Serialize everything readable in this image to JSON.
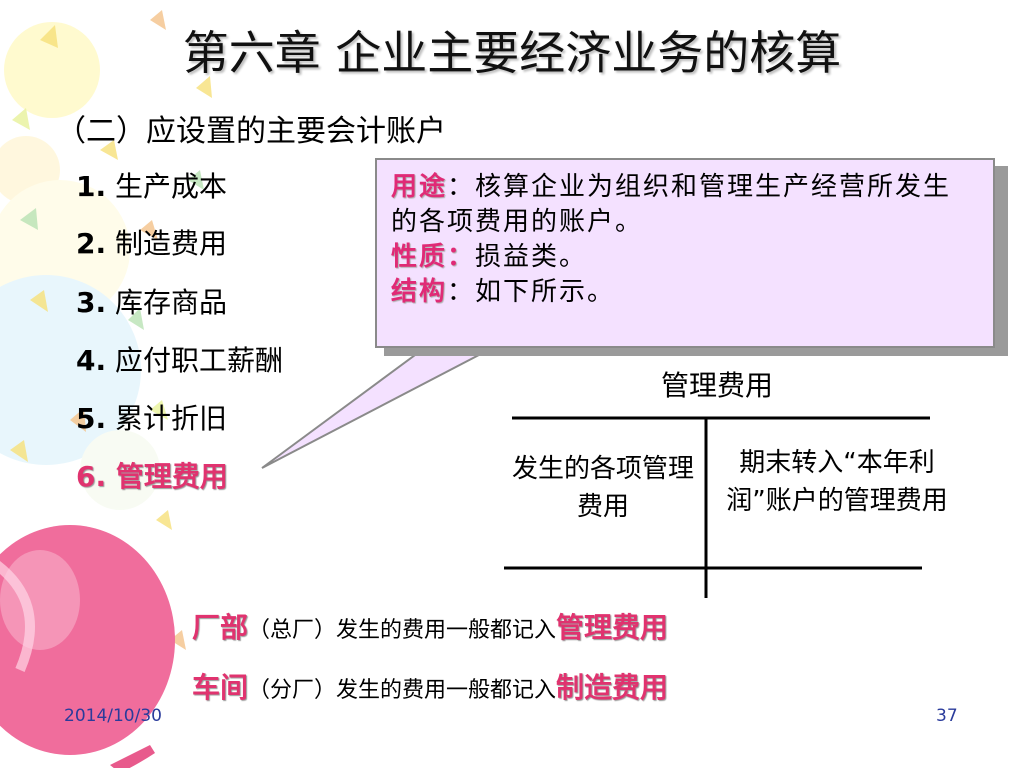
{
  "slide": {
    "title": "第六章 企业主要经济业务的核算",
    "subtitle": "（二）应设置的主要会计账户"
  },
  "accounts": [
    {
      "num": "1.",
      "name": "生产成本"
    },
    {
      "num": "2.",
      "name": "制造费用"
    },
    {
      "num": "3.",
      "name": "库存商品"
    },
    {
      "num": "4.",
      "name": "应付职工薪酬"
    },
    {
      "num": "5.",
      "name": "累计折旧"
    },
    {
      "num": "6.",
      "name": "管理费用"
    }
  ],
  "callout": {
    "usage_label": "用途",
    "usage_sep": "：",
    "usage_text": "核算企业为组织和管理生产经营所发生的各项费用的账户。",
    "nature_label": "性质：",
    "nature_text": "损益类。",
    "structure_label": "结构",
    "structure_sep": "：",
    "structure_text": "如下所示。"
  },
  "t_account": {
    "title": "管理费用",
    "debit_text": "发生的各项管理费用",
    "credit_text": "期末转入“本年利润”账户的管理费用"
  },
  "notes": [
    {
      "lead": "厂部",
      "middle": "（总厂）发生的费用一般都记入",
      "account": "管理费用"
    },
    {
      "lead": "车间",
      "middle": "（分厂）发生的费用一般都记入",
      "account": "制造费用"
    }
  ],
  "footer": {
    "date": "2014/10/30",
    "page": "37"
  },
  "colors": {
    "accent": "#e0336f",
    "callout_bg": "#f4e1ff",
    "footer_text": "#2a3b9b"
  }
}
